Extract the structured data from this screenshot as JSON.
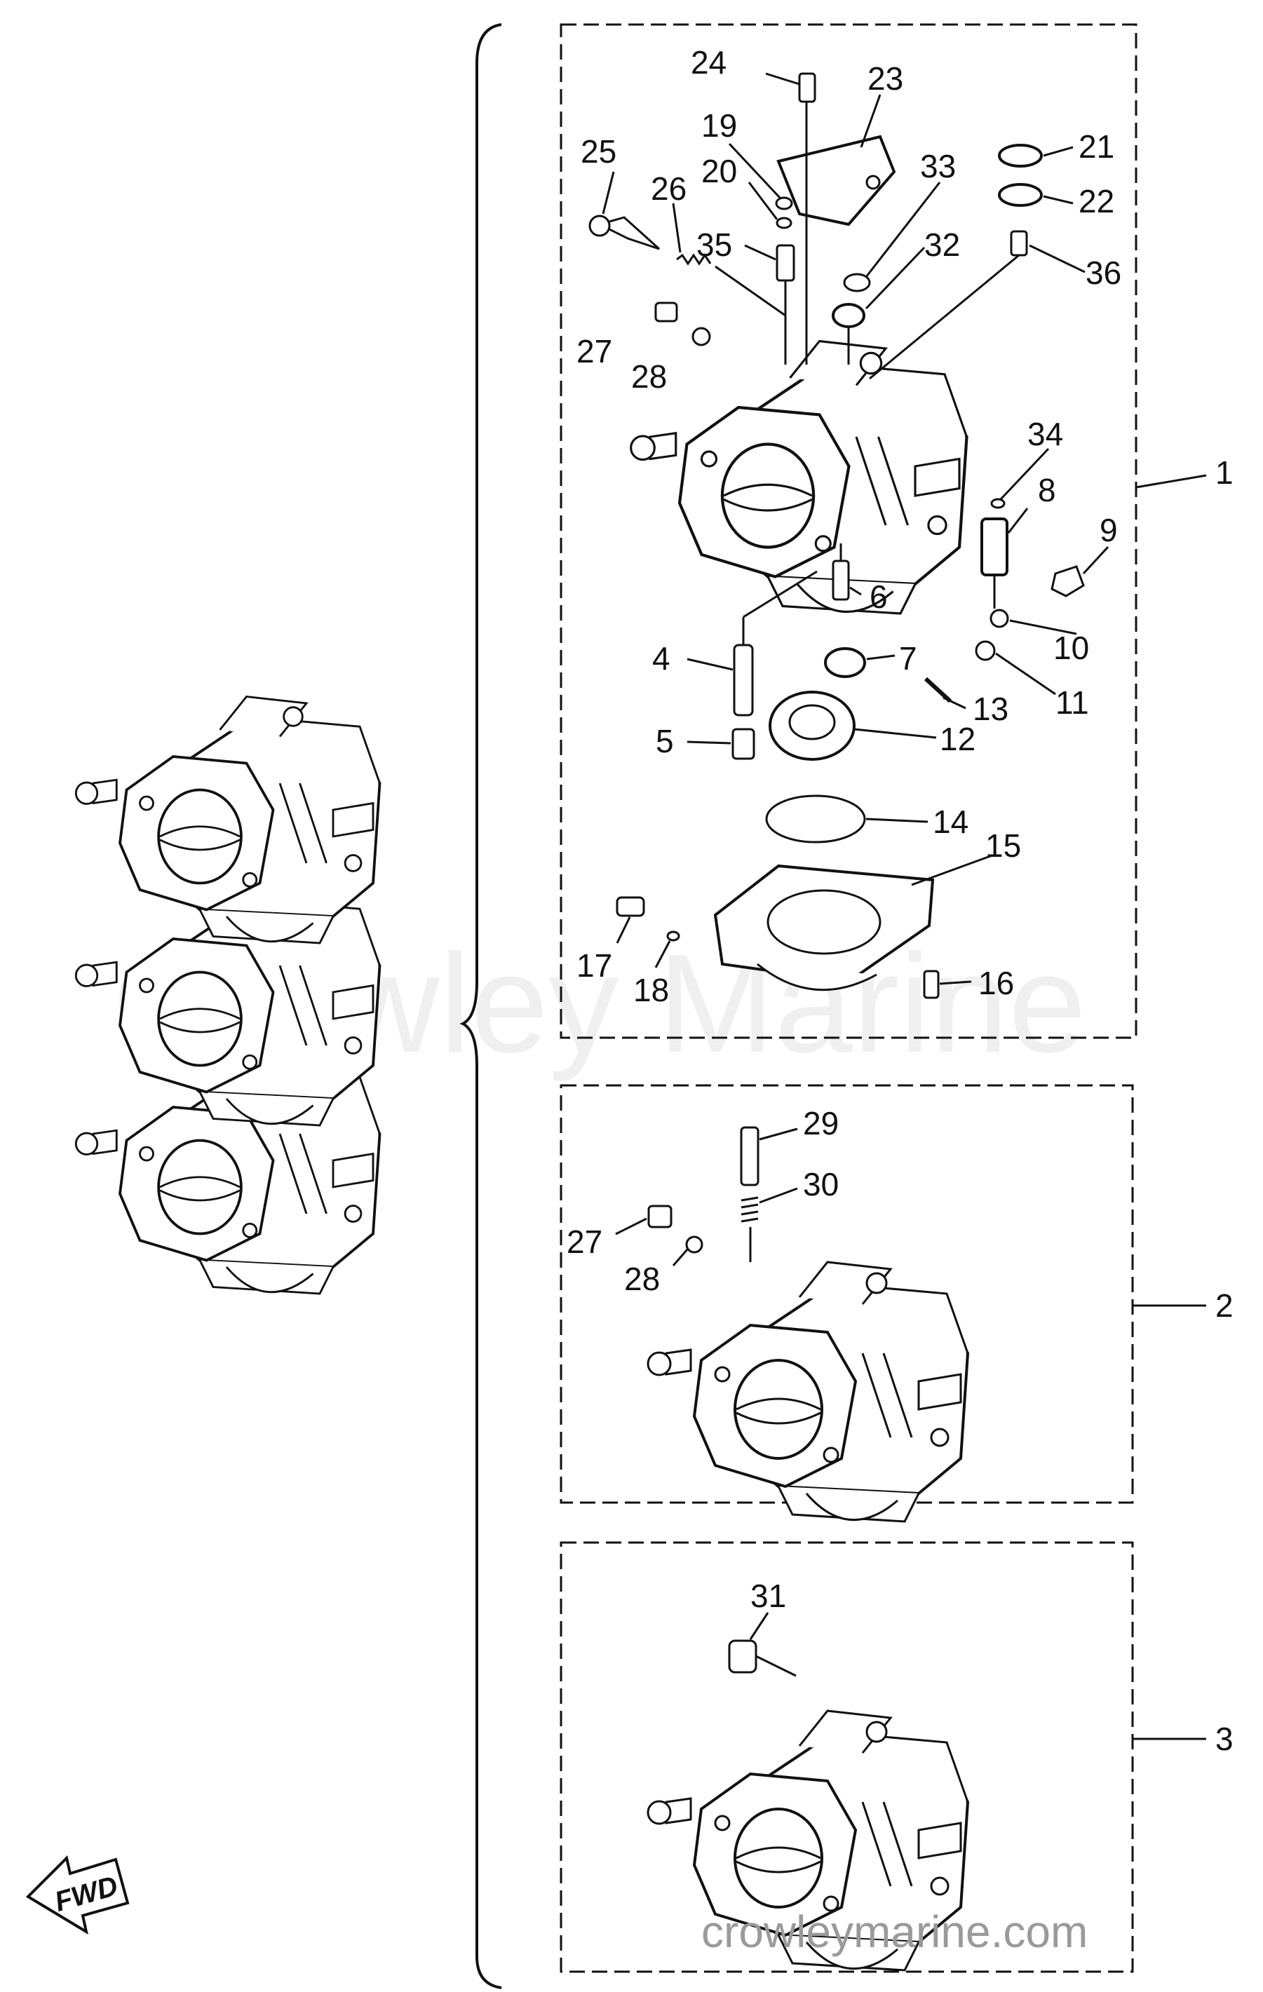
{
  "watermark": "Crowley Marine",
  "site_label": "crowleymarine.com",
  "fwd_label": "FWD",
  "assemblies": [
    {
      "id": "1",
      "label": "1"
    },
    {
      "id": "2",
      "label": "2"
    },
    {
      "id": "3",
      "label": "3"
    }
  ],
  "callouts": [
    {
      "key": "c24",
      "label": "24"
    },
    {
      "key": "c23",
      "label": "23"
    },
    {
      "key": "c19",
      "label": "19"
    },
    {
      "key": "c20",
      "label": "20"
    },
    {
      "key": "c21",
      "label": "21"
    },
    {
      "key": "c33",
      "label": "33"
    },
    {
      "key": "c22",
      "label": "22"
    },
    {
      "key": "c25",
      "label": "25"
    },
    {
      "key": "c26",
      "label": "26"
    },
    {
      "key": "c35",
      "label": "35"
    },
    {
      "key": "c32",
      "label": "32"
    },
    {
      "key": "c36",
      "label": "36"
    },
    {
      "key": "c27a",
      "label": "27"
    },
    {
      "key": "c28a",
      "label": "28"
    },
    {
      "key": "c34",
      "label": "34"
    },
    {
      "key": "c8",
      "label": "8"
    },
    {
      "key": "c9",
      "label": "9"
    },
    {
      "key": "c6",
      "label": "6"
    },
    {
      "key": "c10",
      "label": "10"
    },
    {
      "key": "c4",
      "label": "4"
    },
    {
      "key": "c7",
      "label": "7"
    },
    {
      "key": "c11",
      "label": "11"
    },
    {
      "key": "c13",
      "label": "13"
    },
    {
      "key": "c5",
      "label": "5"
    },
    {
      "key": "c12",
      "label": "12"
    },
    {
      "key": "c14",
      "label": "14"
    },
    {
      "key": "c15",
      "label": "15"
    },
    {
      "key": "c17",
      "label": "17"
    },
    {
      "key": "c18",
      "label": "18"
    },
    {
      "key": "c16",
      "label": "16"
    },
    {
      "key": "c29",
      "label": "29"
    },
    {
      "key": "c30",
      "label": "30"
    },
    {
      "key": "c27b",
      "label": "27"
    },
    {
      "key": "c28b",
      "label": "28"
    },
    {
      "key": "c31",
      "label": "31"
    }
  ]
}
